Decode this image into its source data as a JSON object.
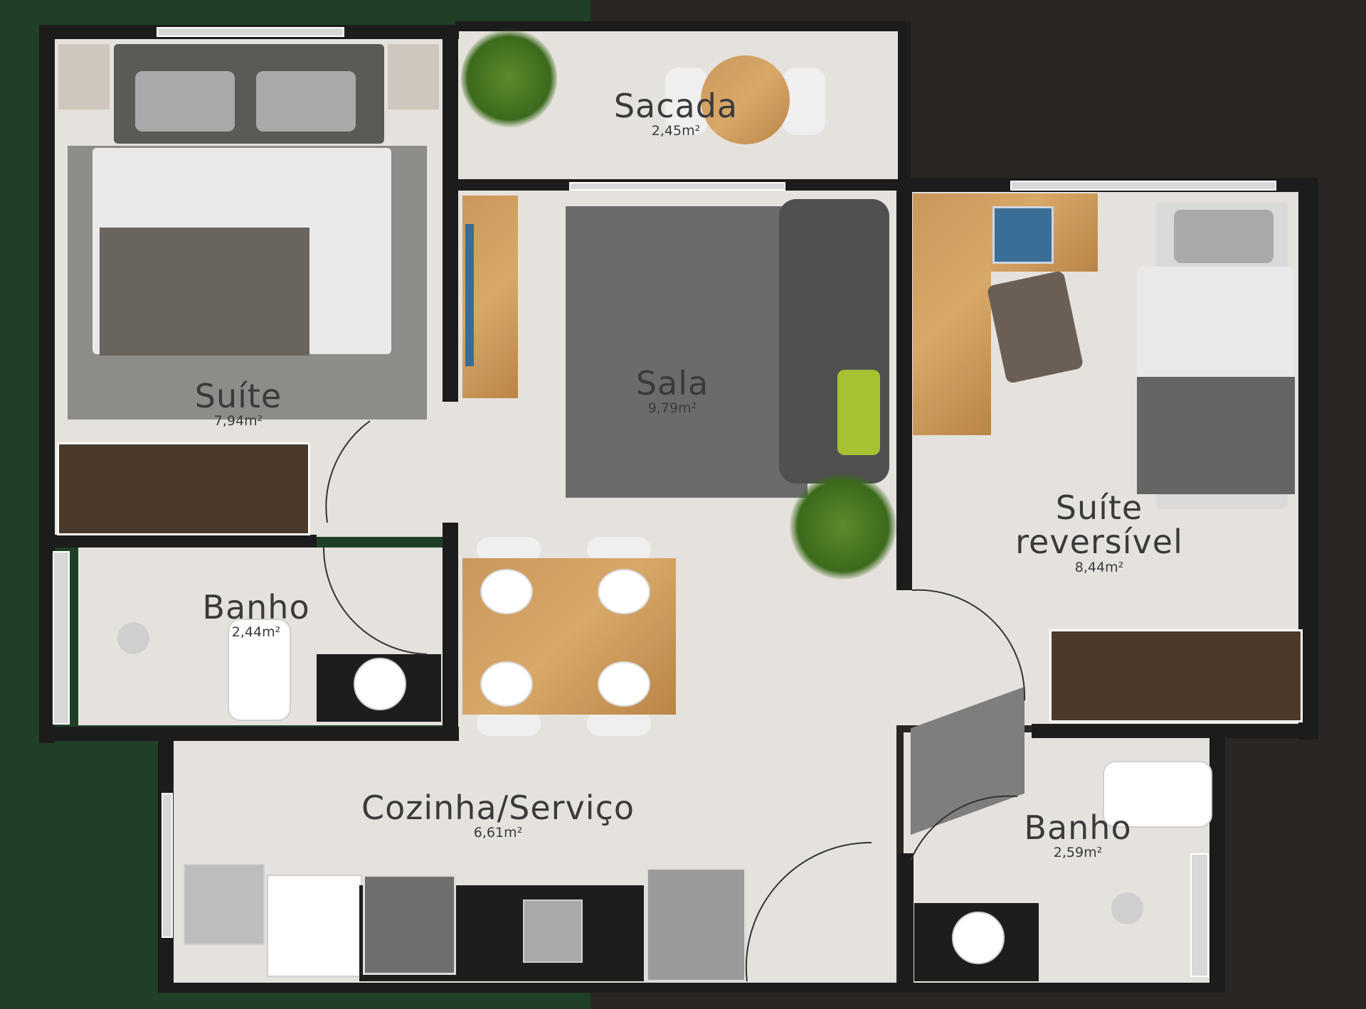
{
  "plan": {
    "colors": {
      "background_left": "#1f3f26",
      "background_right": "#2a2623",
      "floor": "#e5e2dd",
      "wall": "#1c1c1c",
      "label": "#3a3a3a"
    },
    "rooms": [
      {
        "key": "sacada",
        "name": "Sacada",
        "area": "2,45m²"
      },
      {
        "key": "suite",
        "name": "Suíte",
        "area": "7,94m²"
      },
      {
        "key": "sala",
        "name": "Sala",
        "area": "9,79m²"
      },
      {
        "key": "suite_reversivel",
        "name": "Suíte\nreversível",
        "area": "8,44m²"
      },
      {
        "key": "banho_1",
        "name": "Banho",
        "area": "2,44m²"
      },
      {
        "key": "cozinha",
        "name": "Cozinha/Serviço",
        "area": "6,61m²"
      },
      {
        "key": "banho_2",
        "name": "Banho",
        "area": "2,59m²"
      }
    ],
    "icons": [
      "double-bed-icon",
      "single-bed-icon",
      "sofa-icon",
      "dining-table-icon",
      "desk-icon",
      "wardrobe-icon",
      "toilet-icon",
      "sink-icon",
      "stove-icon",
      "washing-machine-icon",
      "plant-icon"
    ]
  }
}
